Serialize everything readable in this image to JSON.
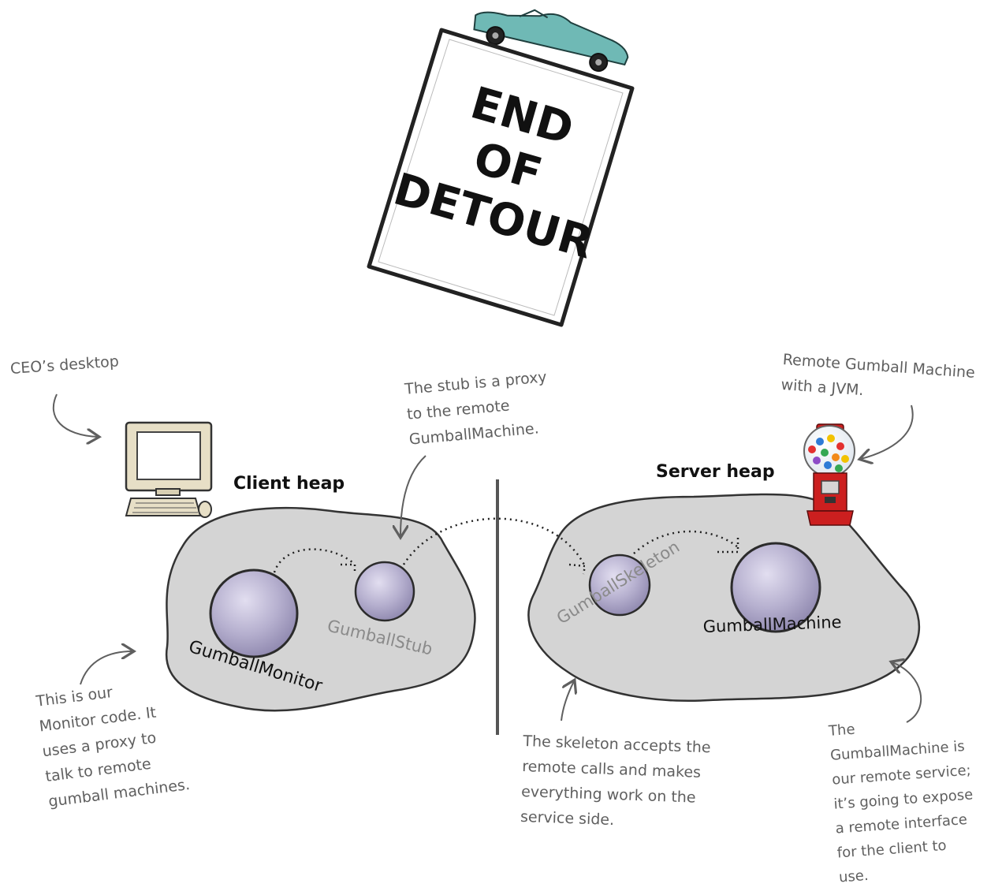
{
  "sign": {
    "line1": "END",
    "line2": "OF",
    "line3": "DETOUR"
  },
  "heaps": {
    "client_title": "Client heap",
    "server_title": "Server heap"
  },
  "objects": {
    "gumball_monitor": "GumballMonitor",
    "gumball_stub": "GumballStub",
    "gumball_skeleton": "GumballSkeleton",
    "gumball_machine": "GumballMachine"
  },
  "notes": {
    "ceo_desktop": "CEO’s desktop",
    "stub_proxy": "The stub is a proxy\nto the remote\nGumballMachine.",
    "remote_machine": "Remote Gumball Machine\nwith a JVM.",
    "monitor_code": "This is our\nMonitor code. It\nuses a proxy to\ntalk to remote\ngumball machines.",
    "skeleton_accepts": "The skeleton accepts the\nremote calls and makes\neverything work on the\nservice side.",
    "remote_service": "The\nGumballMachine is\nour remote service;\nit’s going to expose\na remote interface\nfor the client to\nuse."
  },
  "colors": {
    "heap_fill": "#d4d4d4",
    "heap_stroke": "#333333",
    "object_fill": "#b6b0cf",
    "object_stroke": "#2b2b2b",
    "annotation": "#5f5f5f",
    "car": "#6fb9b5",
    "gumball_red": "#cc1f1f"
  },
  "icons": [
    "convertible-car-icon",
    "desktop-computer-icon",
    "gumball-machine-icon"
  ]
}
